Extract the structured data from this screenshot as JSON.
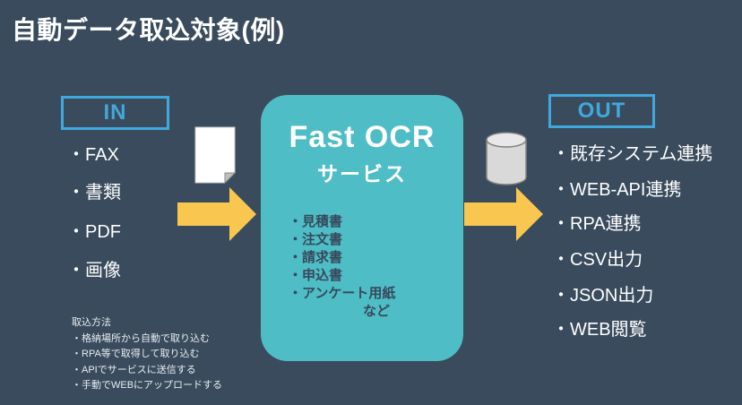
{
  "title": "自動データ取込対象(例)",
  "colors": {
    "background": "#394B5C",
    "accent_cyan": "#41A8DC",
    "panel_teal": "#4FBDC6",
    "arrow_yellow": "#F9C74F",
    "panel_text_dark": "#36495C",
    "text_white": "#FFFFFF"
  },
  "in_panel": {
    "label": "IN",
    "items": [
      "・FAX",
      "・書類",
      "・PDF",
      "・画像"
    ]
  },
  "import_methods": {
    "heading": "取込方法",
    "items": [
      "・格納場所から自動で取り込む",
      "・RPA等で取得して取り込む",
      "・APIでサービスに送信する",
      "・手動でWEBにアップロードする"
    ]
  },
  "service_panel": {
    "title": "Fast OCR",
    "subtitle": "サービス",
    "items": [
      "・見積書",
      "・注文書",
      "・請求書",
      "・申込書",
      "・アンケート用紙"
    ],
    "items_suffix": "など"
  },
  "out_panel": {
    "label": "OUT",
    "items": [
      "・既存システム連携",
      "・WEB-API連携",
      "・RPA連携",
      "・CSV出力",
      "・JSON出力",
      "・WEB閲覧"
    ]
  },
  "icons": {
    "document": "document-icon",
    "database": "database-cylinder-icon",
    "flow_arrows": "flow-arrow-icon"
  }
}
